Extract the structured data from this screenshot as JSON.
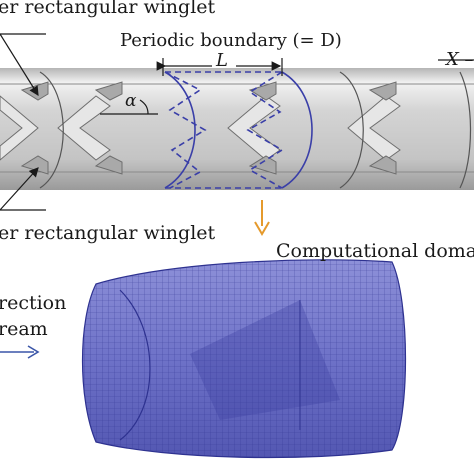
{
  "labels": {
    "upper_winglet": "er rectangular winglet",
    "lower_winglet": "er rectangular winglet",
    "periodic_boundary": "Periodic boundary (= D)",
    "length_symbol": "L",
    "axis_symbol": "X –",
    "angle_symbol": "α",
    "computational_domain": "Computational domai",
    "flow_line1": "rection",
    "flow_line2": "ream"
  },
  "colors": {
    "tube": "#c8c8c8",
    "mesh": "#4b4fb0",
    "dashed_boundary": "#3a3fa8",
    "arrow_orange": "#e59a2c",
    "flow_arrow": "#3a55a8"
  }
}
